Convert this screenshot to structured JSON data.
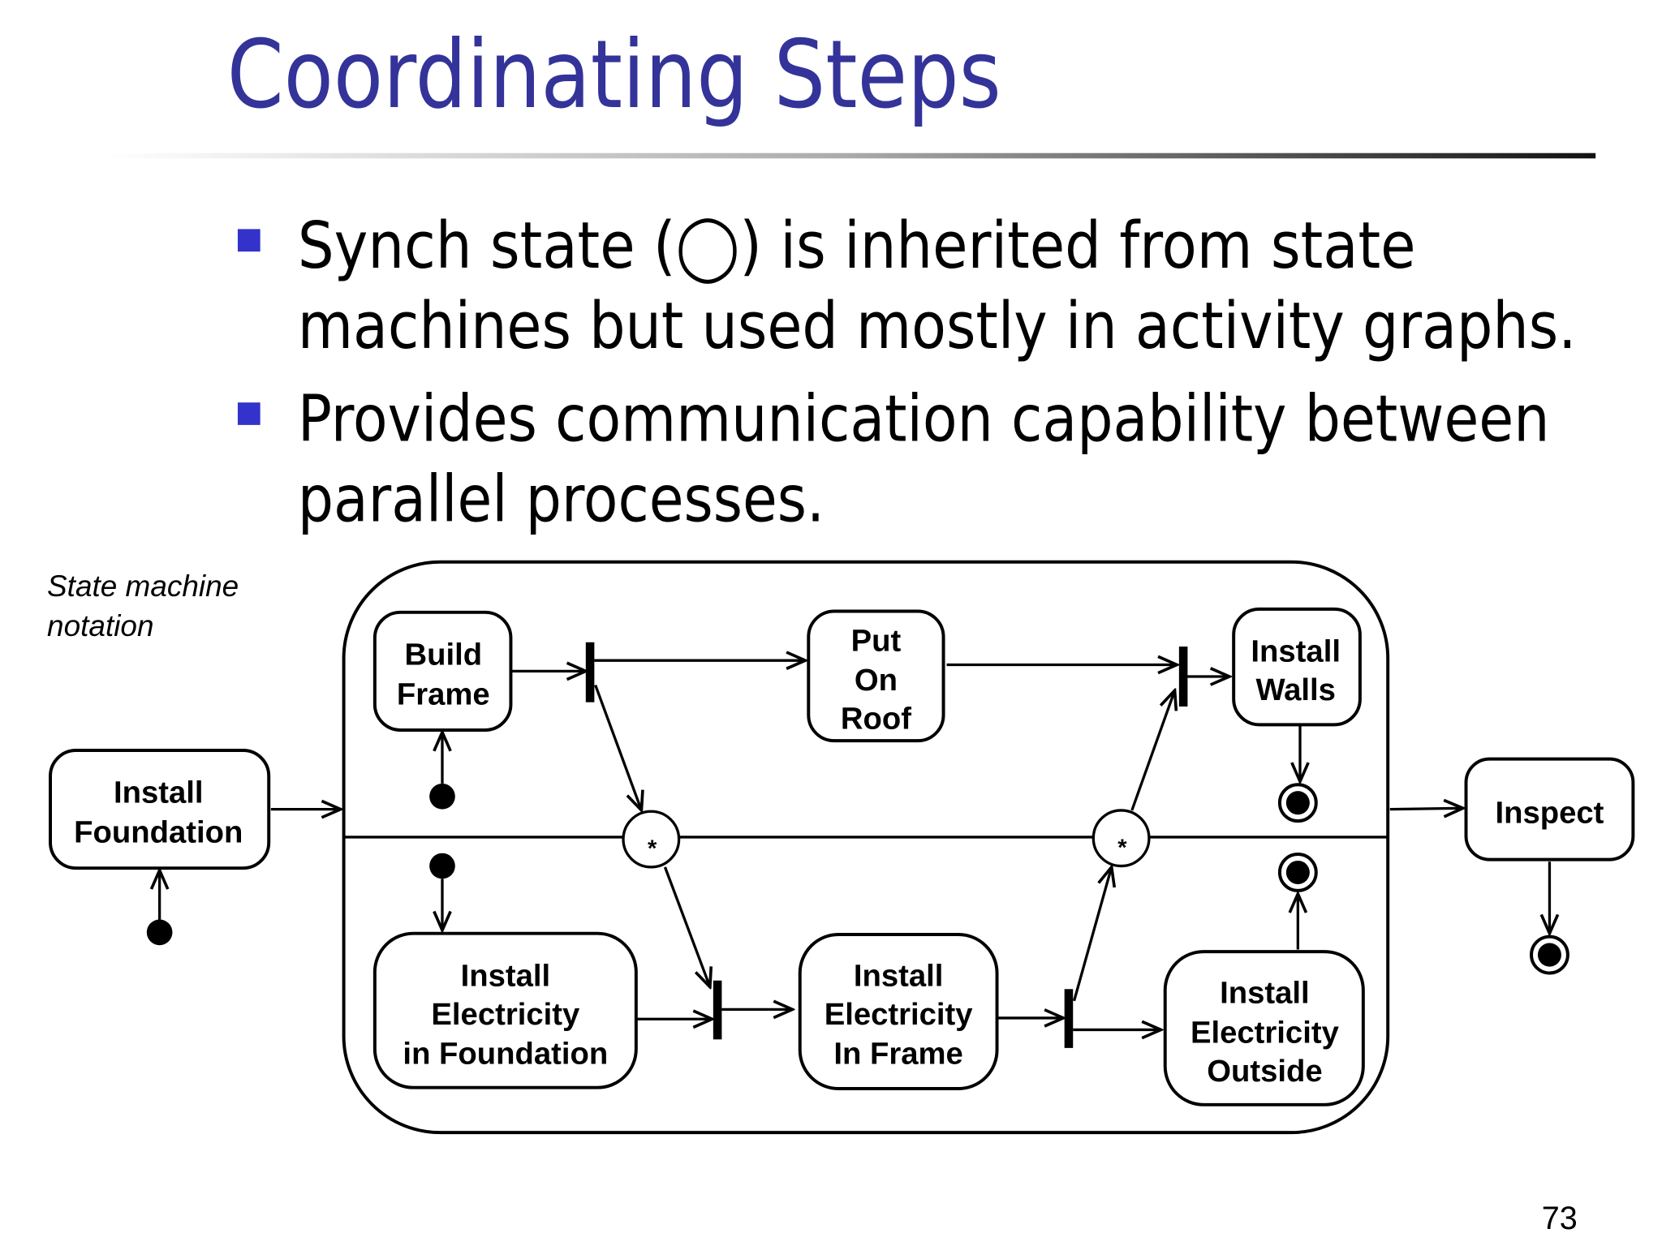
{
  "slide": {
    "title": "Coordinating Steps",
    "title_color": "#333399",
    "bullet_color": "#3333CC",
    "bullets": [
      {
        "lines": [
          "Synch state (◯) is inherited from state",
          "machines but used mostly in activity graphs."
        ]
      },
      {
        "lines": [
          "Provides communication capability between",
          "parallel processes."
        ]
      }
    ],
    "page_number": "73"
  },
  "diagram": {
    "note": [
      "State machine",
      "notation"
    ],
    "states": {
      "install_foundation": [
        "Install",
        "Foundation"
      ],
      "build_frame": [
        "Build",
        "Frame"
      ],
      "put_on_roof": [
        "Put",
        "On",
        "Roof"
      ],
      "install_walls": [
        "Install",
        "Walls"
      ],
      "install_electricity_foundation": [
        "Install",
        "Electricity",
        "in Foundation"
      ],
      "install_electricity_frame": [
        "Install",
        "Electricity",
        "In Frame"
      ],
      "install_electricity_outside": [
        "Install",
        "Electricity",
        "Outside"
      ],
      "inspect": [
        "Inspect"
      ]
    },
    "sync_label": "*"
  }
}
